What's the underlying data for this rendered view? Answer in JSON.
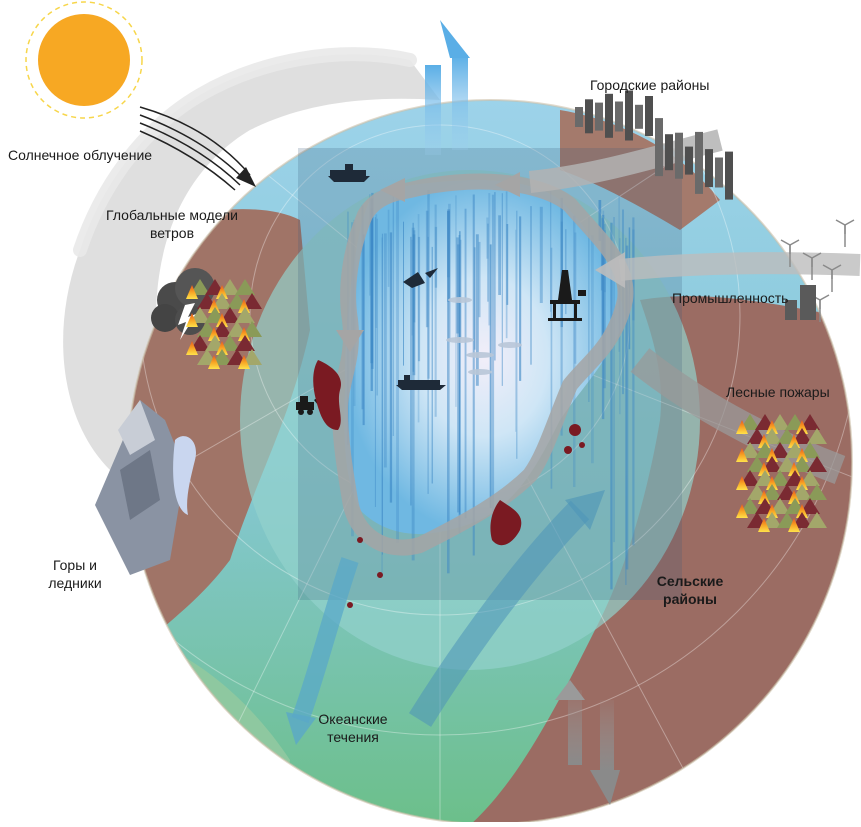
{
  "labels": {
    "solar": "Солнечное облучение",
    "winds": "Глобальные модели\nветров",
    "urban": "Городские районы",
    "industry": "Промышленность",
    "fires": "Лесные пожары",
    "rural": "Сельские\nрайоны",
    "mountains": "Горы и\nледники",
    "ocean": "Океанские\nтечения"
  },
  "colors": {
    "sun": "#f7a823",
    "ocean": "#7cc4e6",
    "ice": "#e8f1fb",
    "land": "#9b6e63",
    "sea_green": "#8cc7ad",
    "arrow_gray": "#a9a9a9",
    "fire_orange": "#f39c1e",
    "forest_red": "#7a1a22"
  },
  "icons": [
    "sun-icon",
    "ship-icon",
    "bird-icon",
    "oil-rig-icon",
    "fish-icon",
    "excavator-icon",
    "wind-turbine-icon",
    "storm-cloud-icon",
    "lightning-icon",
    "fire-icon",
    "mountain-icon",
    "city-skyline-icon"
  ]
}
